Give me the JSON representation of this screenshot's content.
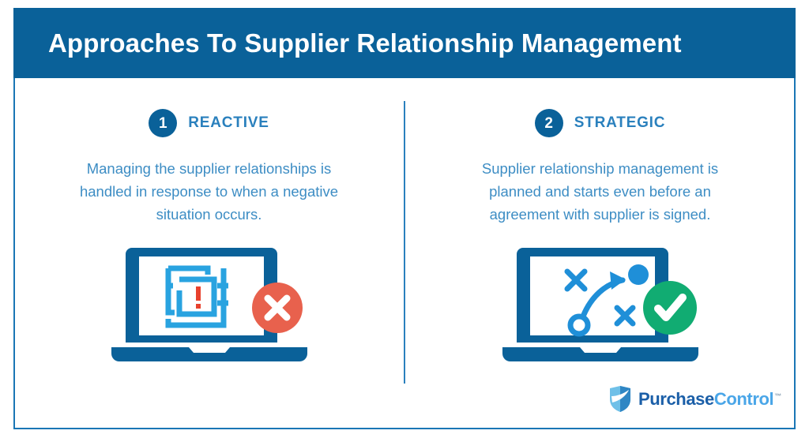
{
  "header": {
    "title": "Approaches To Supplier Relationship Management",
    "bg_color": "#0a6199",
    "text_color": "#ffffff"
  },
  "card": {
    "border_color": "#1a76b5",
    "background": "#ffffff"
  },
  "divider": {
    "color": "#2a80bd"
  },
  "colors": {
    "dark_blue": "#0a6199",
    "medium_blue": "#2a80bd",
    "body_blue": "#3d8dc4",
    "light_blue": "#29a3e0",
    "red": "#e8614d",
    "green": "#11ac72",
    "white": "#ffffff"
  },
  "columns": [
    {
      "number": "1",
      "label": "REACTIVE",
      "body": "Managing the supplier relationships is handled in response to when a negative situation occurs.",
      "illustration": "laptop-maze-warning",
      "status_icon": "red-x-circle-icon"
    },
    {
      "number": "2",
      "label": "STRATEGIC",
      "body": "Supplier relationship management is planned and starts even before an agreement with supplier is signed.",
      "illustration": "laptop-strategy-plan",
      "status_icon": "green-check-circle-icon"
    }
  ],
  "logo": {
    "icon": "shield-icon",
    "word_one": "Purchase",
    "word_two": "Control",
    "trademark": "™"
  }
}
